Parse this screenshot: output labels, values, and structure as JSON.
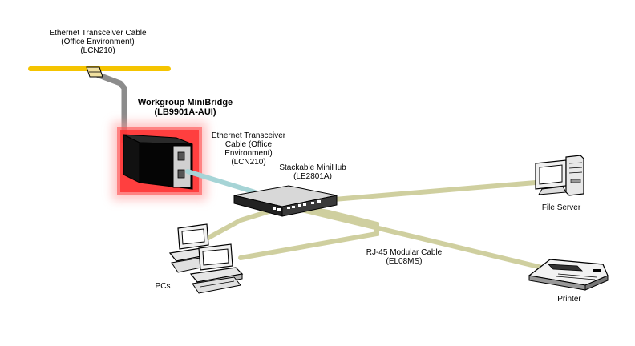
{
  "labels": {
    "top_cable": [
      "Ethernet Transceiver Cable",
      "(Office Environment)",
      "(LCN210)"
    ],
    "bridge": [
      "Workgroup MiniBridge",
      "(LB9901A-AUI)"
    ],
    "mid_cable": [
      "Ethernet Transceiver",
      "Cable (Office",
      "Environment)",
      "(LCN210)"
    ],
    "hub": [
      "Stackable MiniHub",
      "(LE2801A)"
    ],
    "file_server": "File Server",
    "rj45": [
      "RJ-45 Modular Cable",
      "(EL08MS)"
    ],
    "pcs": "PCs",
    "printer": "Printer"
  },
  "colors": {
    "ethernet_backbone": "#f5c400",
    "grey_cable": "#8c8c8c",
    "aui_cable": "#a6d4d6",
    "modular_cable": "#cfcf9f",
    "bridge_glow": "#ff3a3a"
  }
}
